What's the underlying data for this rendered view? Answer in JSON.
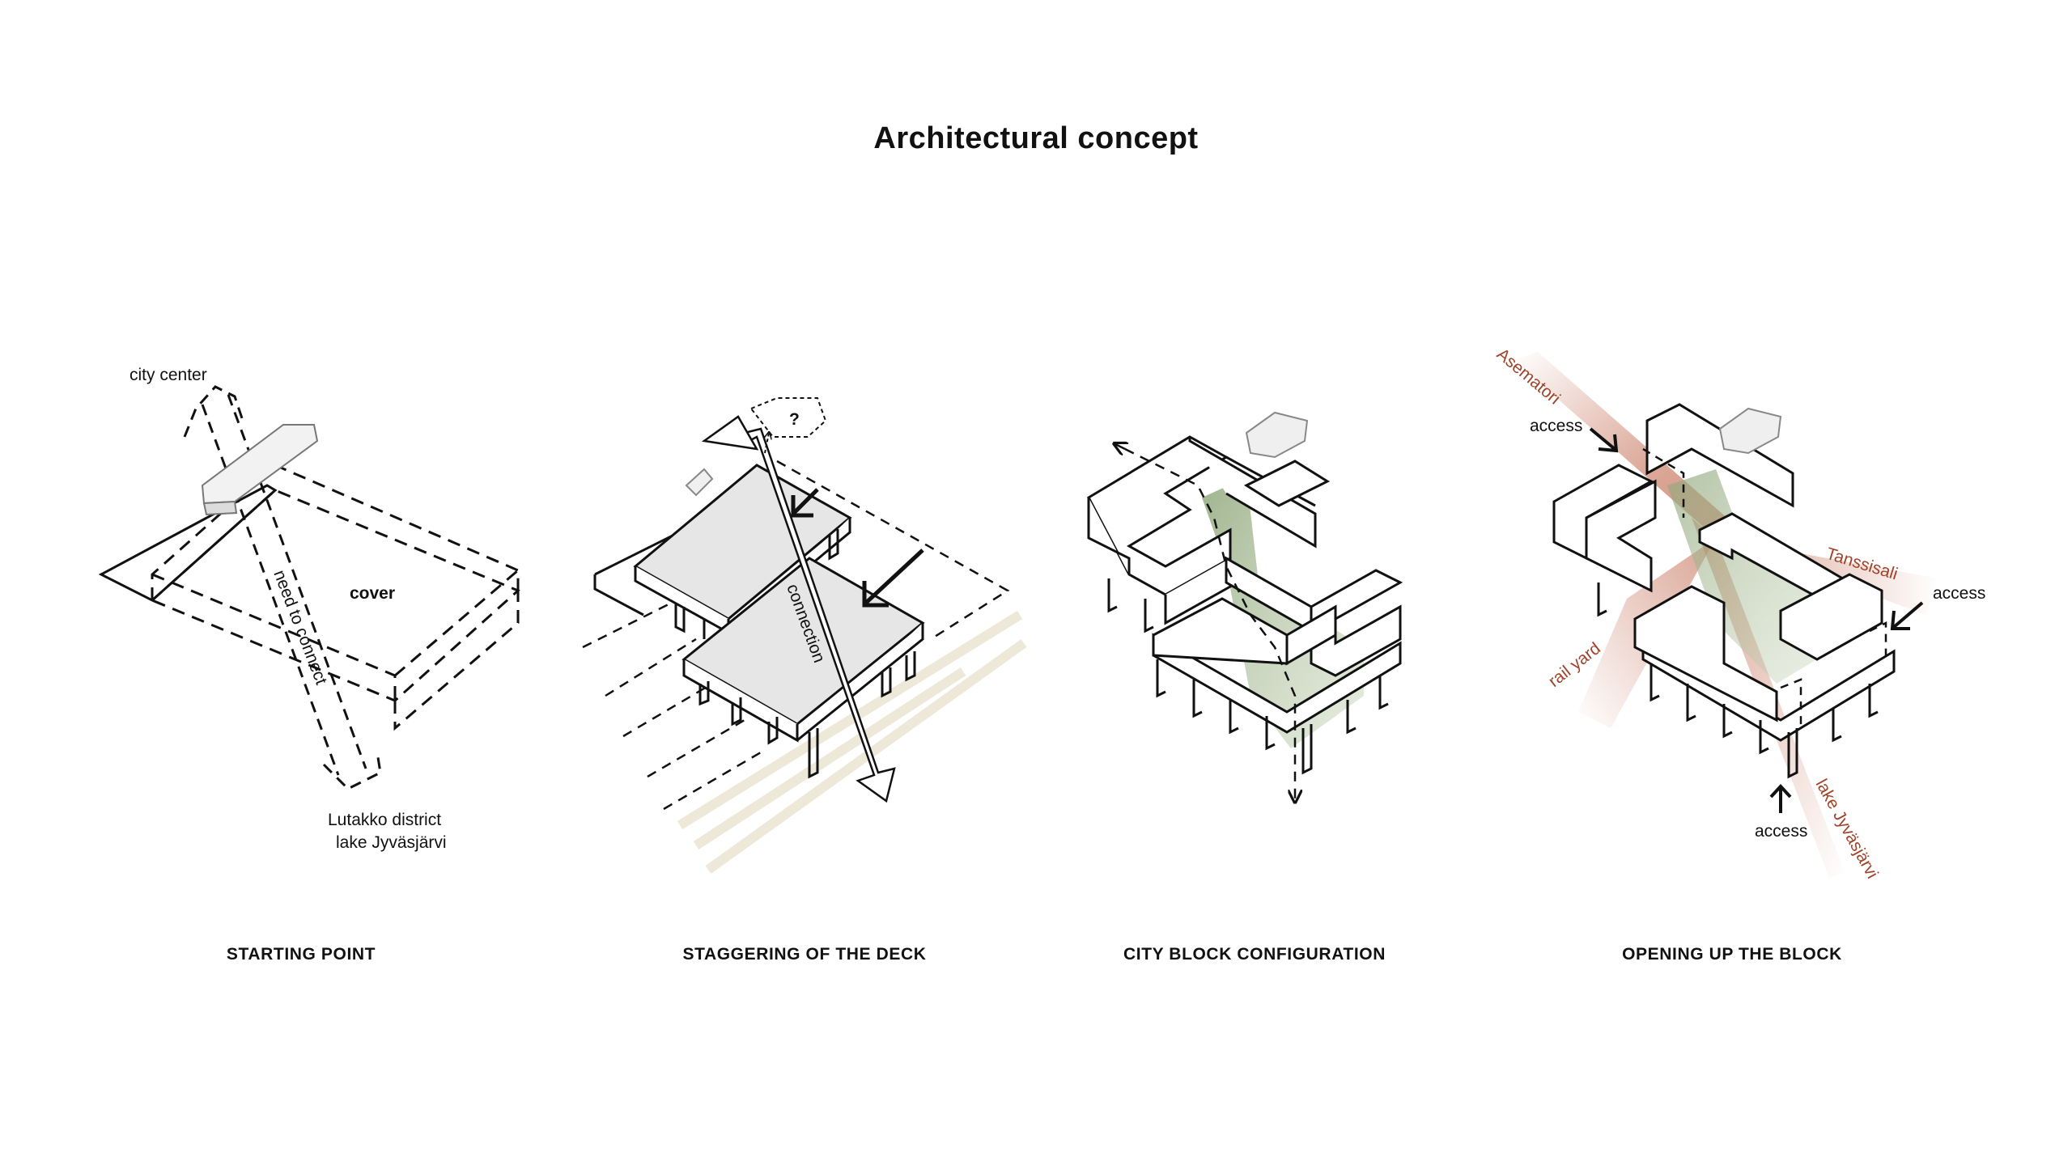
{
  "title": "Architectural concept",
  "colors": {
    "background": "#ffffff",
    "line": "#111111",
    "deck_fill": "#e6e6e6",
    "courtyard_green": "#9fb48c",
    "rail_beige": "#ede8d8",
    "sightline_red": "#c0654a",
    "label_red": "#a0432a"
  },
  "panels": [
    {
      "caption": "STARTING POINT",
      "labels": {
        "city_center": "city center",
        "cover": "cover",
        "need_to_connect": "need to connect",
        "district": "Lutakko district",
        "lake": "lake Jyväsjärvi"
      }
    },
    {
      "caption": "STAGGERING OF THE DECK",
      "labels": {
        "connection": "connection",
        "question": "?"
      }
    },
    {
      "caption": "CITY BLOCK CONFIGURATION",
      "labels": {}
    },
    {
      "caption": "OPENING UP THE BLOCK",
      "labels": {
        "asematori": "Asematori",
        "access_top": "access",
        "tanssisali": "Tanssisali",
        "access_right": "access",
        "rail_yard": "rail yard",
        "access_bottom": "access",
        "lake": "lake Jyväsjärvi"
      }
    }
  ],
  "icons": [
    "arrow-icon",
    "dashed-arrow-icon",
    "train-icon"
  ]
}
